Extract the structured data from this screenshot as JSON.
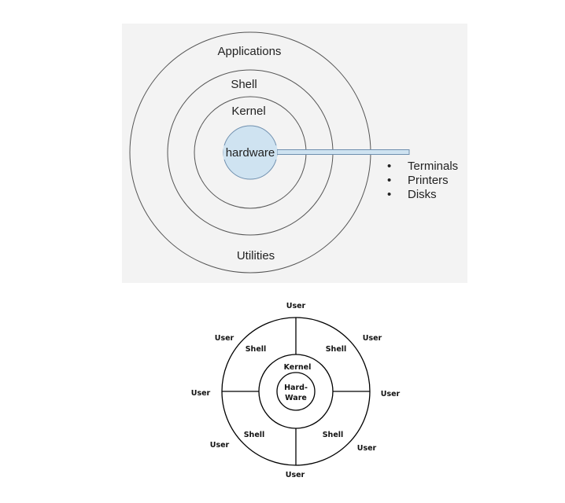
{
  "top_diagram": {
    "layers": {
      "applications": "Applications",
      "shell": "Shell",
      "kernel": "Kernel",
      "hardware": "hardware",
      "utilities": "Utilities"
    },
    "devices": [
      "Terminals",
      "Printers",
      "Disks"
    ],
    "bullet": "•",
    "colors": {
      "panel": "#f3f3f3",
      "core_fill": "#cfe3f1",
      "core_stroke": "#6f8fae",
      "ring_stroke": "#555555"
    }
  },
  "bottom_diagram": {
    "users": [
      "User",
      "User",
      "User",
      "User",
      "User",
      "User",
      "User",
      "User"
    ],
    "shells": [
      "Shell",
      "Shell",
      "Shell",
      "Shell"
    ],
    "kernel": "Kernel",
    "hardware_line1": "Hard-",
    "hardware_line2": "Ware"
  }
}
